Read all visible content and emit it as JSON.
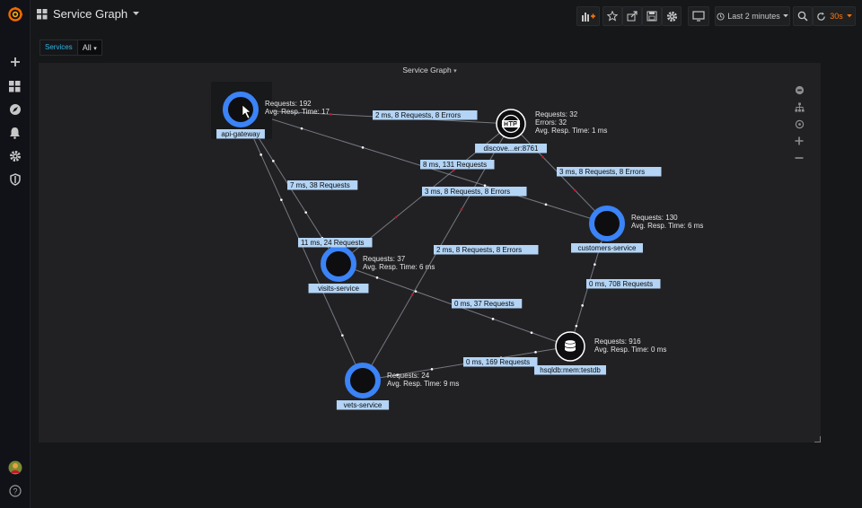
{
  "dashboard": {
    "title": "Service Graph"
  },
  "toolbar": {
    "time_range": "Last 2 minutes",
    "refresh_interval": "30s"
  },
  "variables": [
    {
      "label": "Services",
      "value": "All"
    }
  ],
  "panel": {
    "title": "Service Graph"
  },
  "colors": {
    "node_ring": "#3b83f6",
    "edge": "#8a8f96",
    "error_edge": "#c4162a",
    "label_bg": "#b3d4f5",
    "label_text": "#0b0c0e",
    "accent": "#ff780a"
  },
  "graph": {
    "nodes": [
      {
        "id": "api-gateway",
        "kind": "service",
        "label": "api-gateway",
        "stats": [
          "Requests: 192",
          "Avg. Resp. Time: 17"
        ],
        "selected": true
      },
      {
        "id": "discovery",
        "kind": "http",
        "label": "discove...er:8761",
        "stats": [
          "Requests: 32",
          "Errors: 32",
          "Avg. Resp. Time: 1 ms"
        ]
      },
      {
        "id": "customers-service",
        "kind": "service",
        "label": "customers-service",
        "stats": [
          "Requests: 130",
          "Avg. Resp. Time: 6 ms"
        ]
      },
      {
        "id": "visits-service",
        "kind": "service",
        "label": "visits-service",
        "stats": [
          "Requests: 37",
          "Avg. Resp. Time: 6 ms"
        ]
      },
      {
        "id": "hsqldb",
        "kind": "database",
        "label": "hsqldb:mem:testdb",
        "stats": [
          "Requests: 916",
          "Avg. Resp. Time: 0 ms"
        ]
      },
      {
        "id": "vets-service",
        "kind": "service",
        "label": "vets-service",
        "stats": [
          "Requests: 24",
          "Avg. Resp. Time: 9 ms"
        ]
      }
    ],
    "edges": [
      {
        "from": "api-gateway",
        "to": "discovery",
        "label": "2 ms, 8 Requests, 8 Errors",
        "error": true
      },
      {
        "from": "api-gateway",
        "to": "customers-service",
        "label": "8 ms, 131 Requests",
        "error": false
      },
      {
        "from": "api-gateway",
        "to": "visits-service",
        "label": "7 ms, 38 Requests",
        "error": false
      },
      {
        "from": "api-gateway",
        "to": "vets-service",
        "label": "11 ms, 24 Requests",
        "error": false
      },
      {
        "from": "visits-service",
        "to": "discovery",
        "label": "3 ms, 8 Requests, 8 Errors",
        "error": true
      },
      {
        "from": "customers-service",
        "to": "discovery",
        "label": "3 ms, 8 Requests, 8 Errors",
        "error": true
      },
      {
        "from": "vets-service",
        "to": "discovery",
        "label": "2 ms, 8 Requests, 8 Errors",
        "error": true
      },
      {
        "from": "visits-service",
        "to": "hsqldb",
        "label": "0 ms, 37 Requests",
        "error": false
      },
      {
        "from": "customers-service",
        "to": "hsqldb",
        "label": "0 ms, 708 Requests",
        "error": false
      },
      {
        "from": "vets-service",
        "to": "hsqldb",
        "label": "0 ms, 169 Requests",
        "error": false
      }
    ]
  }
}
